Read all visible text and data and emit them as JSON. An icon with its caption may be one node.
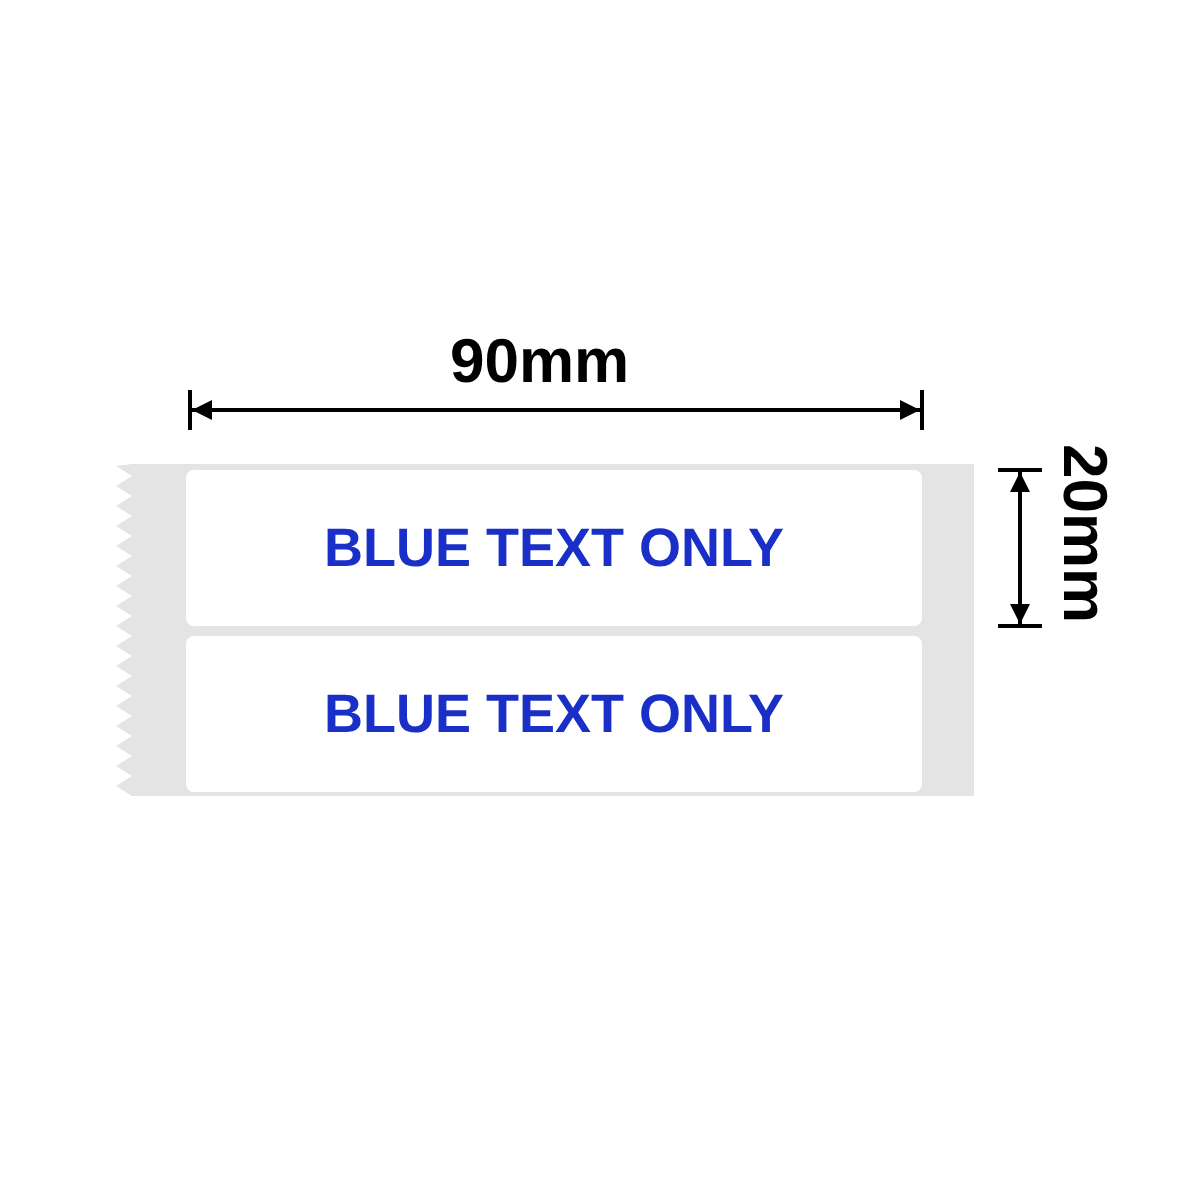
{
  "diagram": {
    "nodes": [
      {
        "text": [
          "BLUE TEXT ONLY"
        ]
      },
      {
        "text": [
          "BLUE TEXT ONLY"
        ]
      }
    ],
    "labels": [
      "90mm",
      "20mm"
    ]
  }
}
